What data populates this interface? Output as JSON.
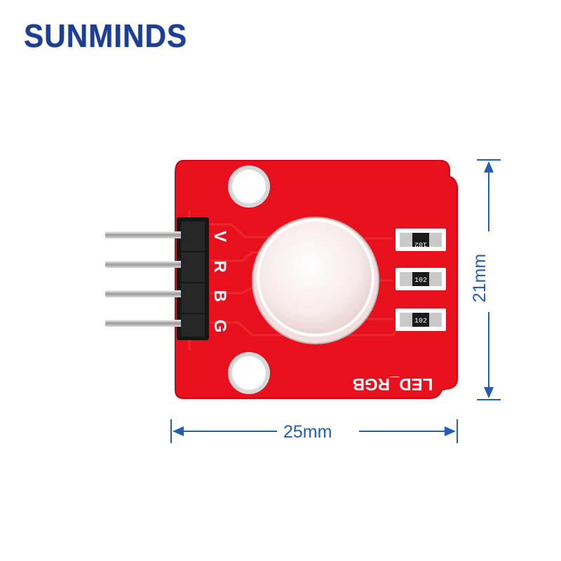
{
  "brand": {
    "text": "SUNMINDS",
    "color": "#1c3f95"
  },
  "board": {
    "label": "LED_RGB",
    "pin_labels": [
      "V",
      "R",
      "B",
      "G"
    ],
    "resistor_codes": [
      "102",
      "102",
      "102"
    ],
    "pcb_color": "#e8101c",
    "led_color": "#f7e8e8"
  },
  "dimensions": {
    "width_label": "25mm",
    "height_label": "21mm",
    "color": "#1f5fb5"
  }
}
